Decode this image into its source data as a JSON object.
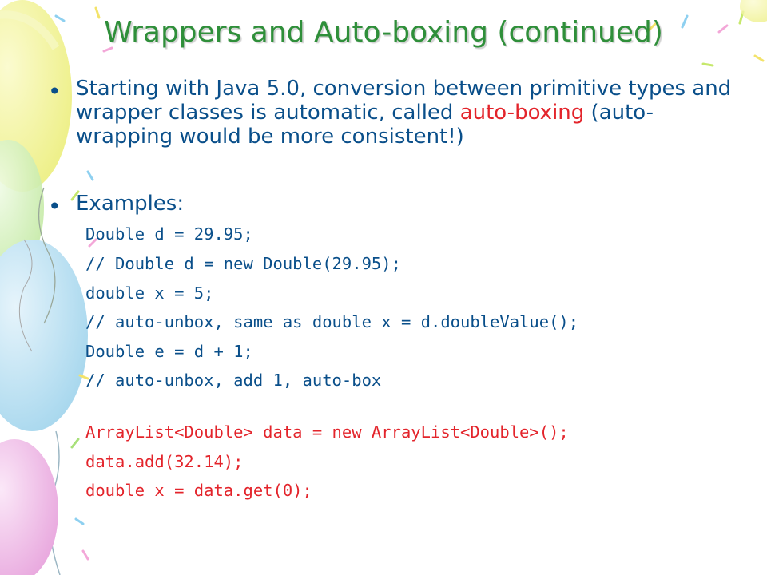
{
  "slide": {
    "title": "Wrappers and Auto-boxing (continued)",
    "bullet1": {
      "part_before": "Starting with Java 5.0, conversion between primitive types and wrapper classes is automatic, called ",
      "highlight": "auto-boxing",
      "part_after": " (auto-wrapping would be more consistent!)"
    },
    "bullet2": "Examples:",
    "code_lines": [
      {
        "text": "Double d = 29.95;",
        "color": "#0a4f8a"
      },
      {
        "text": "// Double d = new Double(29.95);",
        "color": "#0a4f8a"
      },
      {
        "text": "double x = 5;",
        "color": "#0a4f8a"
      },
      {
        "text": "// auto-unbox, same as double x = d.doubleValue();",
        "color": "#0a4f8a"
      },
      {
        "text": "Double e = d + 1;",
        "color": "#0a4f8a"
      },
      {
        "text": "// auto-unbox, add 1, auto-box",
        "color": "#0a4f8a"
      },
      {
        "text": "ArrayList<Double> data = new ArrayList<Double>();",
        "color": "#e3242b"
      },
      {
        "text": "data.add(32.14);",
        "color": "#e3242b"
      },
      {
        "text": "double x = data.get(0);",
        "color": "#e3242b"
      }
    ],
    "colors": {
      "title": "#2f8f3a",
      "text": "#0a4f8a",
      "highlight": "#e3242b"
    }
  }
}
